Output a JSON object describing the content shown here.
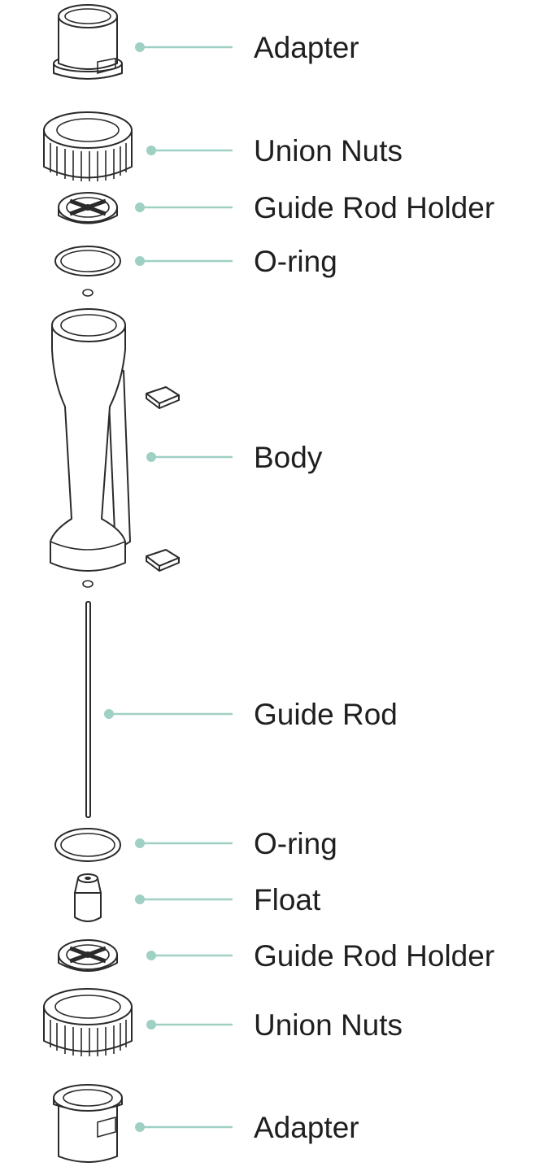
{
  "colors": {
    "leader": "#9fd0c4",
    "label": "#1f1f1f",
    "outline": "#2a2a2a",
    "background": "#ffffff"
  },
  "callouts": [
    {
      "id": "adapter-top",
      "label": "Adapter",
      "icon": "adapter-icon"
    },
    {
      "id": "union-nuts-top",
      "label": "Union Nuts",
      "icon": "union-nut-icon"
    },
    {
      "id": "guide-rod-holder-top",
      "label": "Guide Rod Holder",
      "icon": "guide-rod-holder-icon"
    },
    {
      "id": "o-ring-top",
      "label": "O-ring",
      "icon": "o-ring-icon"
    },
    {
      "id": "body",
      "label": "Body",
      "icon": "body-icon"
    },
    {
      "id": "guide-rod",
      "label": "Guide Rod",
      "icon": "guide-rod-icon"
    },
    {
      "id": "o-ring-bottom",
      "label": "O-ring",
      "icon": "o-ring-icon"
    },
    {
      "id": "float",
      "label": "Float",
      "icon": "float-icon"
    },
    {
      "id": "guide-rod-holder-bottom",
      "label": "Guide Rod Holder",
      "icon": "guide-rod-holder-icon"
    },
    {
      "id": "union-nuts-bottom",
      "label": "Union Nuts",
      "icon": "union-nut-icon"
    },
    {
      "id": "adapter-bottom",
      "label": "Adapter",
      "icon": "adapter-icon"
    }
  ]
}
